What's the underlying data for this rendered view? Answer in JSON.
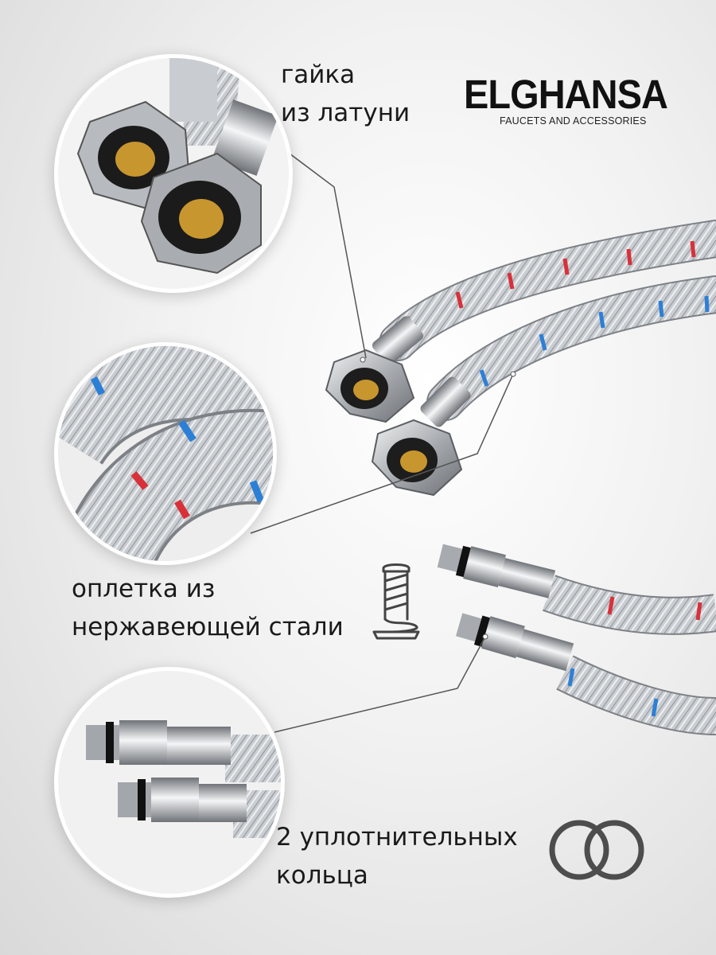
{
  "brand": {
    "name": "ELGHANSA",
    "tagline": "FAUCETS AND ACCESSORIES"
  },
  "features": {
    "nut": {
      "line1": "гайка",
      "line2": "из латуни",
      "icon": "brass-nut"
    },
    "braid": {
      "line1": "оплетка из",
      "line2": "нержавеющей стали",
      "icon": "thread-spool-icon"
    },
    "rings": {
      "line1": "2 уплотнительных",
      "line2": "кольца",
      "icon": "o-rings-icon"
    }
  },
  "colors": {
    "hot_marker": "#d8313a",
    "cold_marker": "#2d7fd6",
    "brass": "#c8962e",
    "steel": "#bfc3c7",
    "callout_line": "#555555"
  }
}
